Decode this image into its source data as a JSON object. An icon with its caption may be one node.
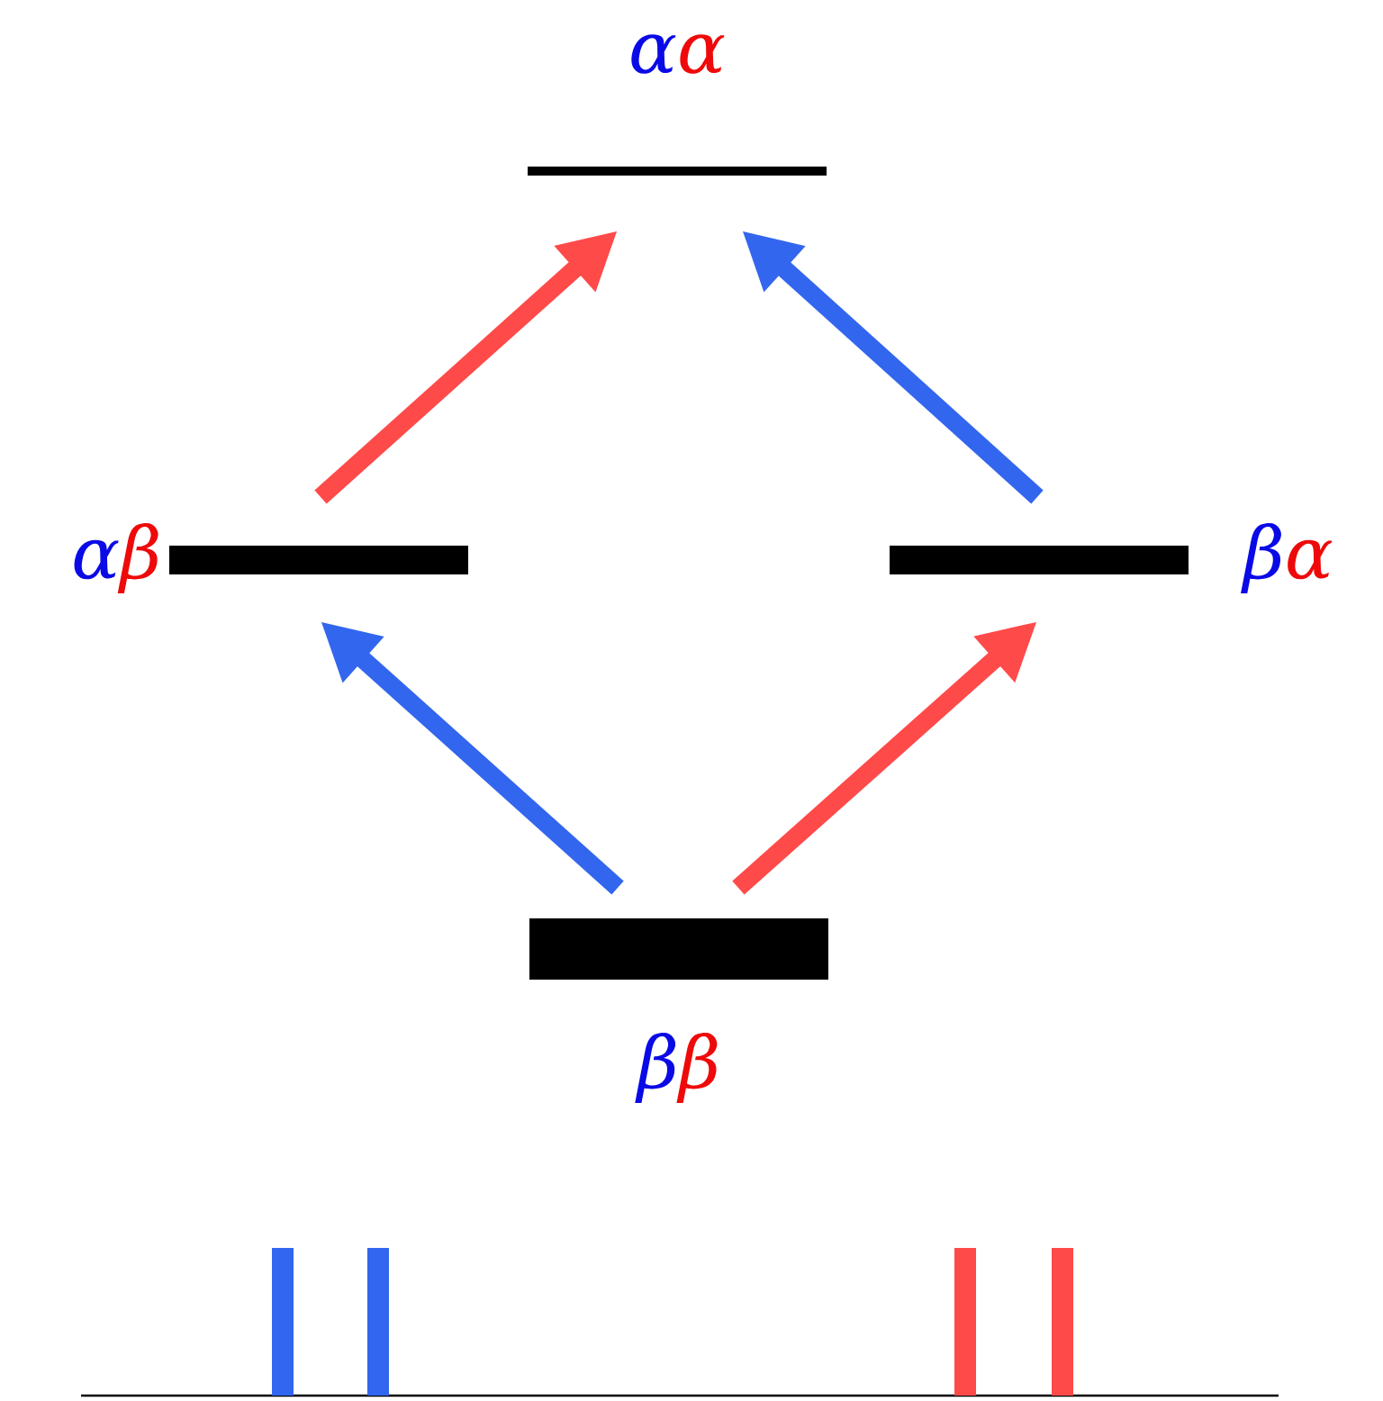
{
  "diagram": {
    "nodes": [
      {
        "text": [],
        "shape": "bar",
        "beside": [
          "α",
          "α"
        ]
      },
      {
        "text": [],
        "shape": "bar",
        "beside": [
          "α",
          "β"
        ]
      },
      {
        "text": [],
        "shape": "bar",
        "beside": [
          "β",
          "α"
        ]
      },
      {
        "text": [],
        "shape": "bar",
        "beside": [
          "β",
          "β"
        ]
      }
    ],
    "edges": [
      {
        "from": 1,
        "to": 0,
        "arrow": "to",
        "color": "#ff4a4a"
      },
      {
        "from": 2,
        "to": 0,
        "arrow": "to",
        "color": "#3366ee"
      },
      {
        "from": 3,
        "to": 1,
        "arrow": "to",
        "color": "#3366ee"
      },
      {
        "from": 3,
        "to": 2,
        "arrow": "to",
        "color": "#ff4a4a"
      }
    ]
  }
}
